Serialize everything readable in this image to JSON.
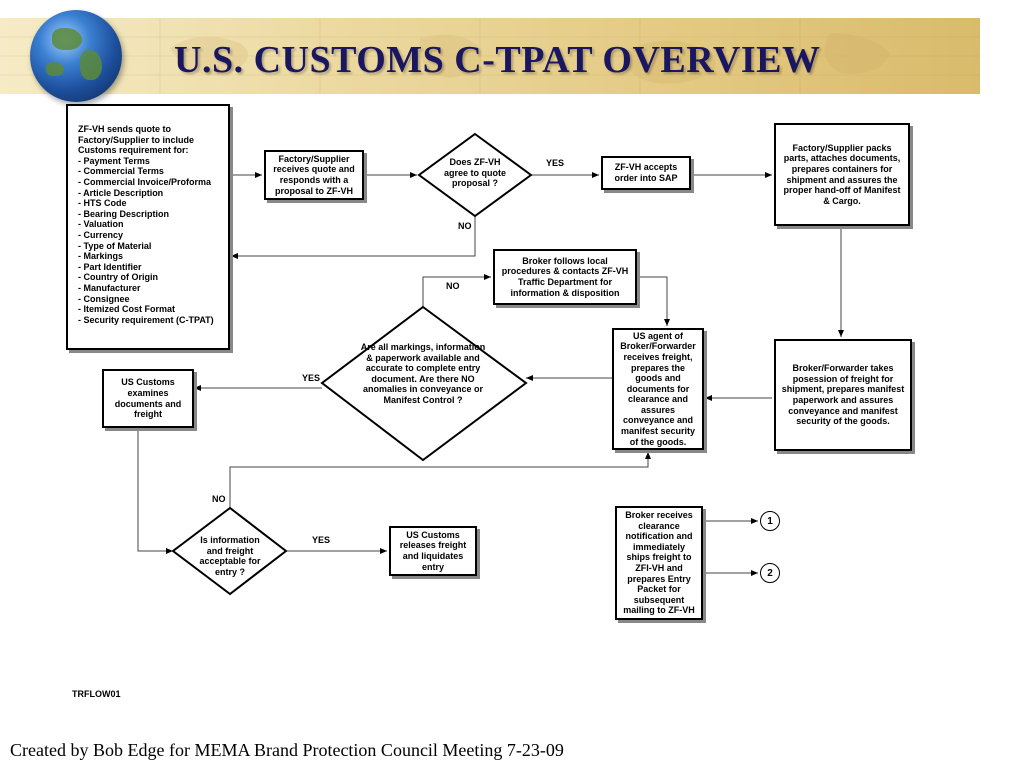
{
  "title": "U.S. CUSTOMS C-TPAT OVERVIEW",
  "footer": "Created by Bob Edge for MEMA Brand Protection Council Meeting 7-23-09",
  "doc_code": "TRFLOW01",
  "requirements": {
    "intro": "ZF-VH sends quote to Factory/Supplier to include Customs requirement for:",
    "items": [
      "- Payment Terms",
      "- Commercial Terms",
      "- Commercial Invoice/Proforma",
      "- Article Description",
      "- HTS Code",
      "- Bearing Description",
      "- Valuation",
      "- Currency",
      "- Type of Material",
      "- Markings",
      "- Part Identifier",
      "- Country of Origin",
      "- Manufacturer",
      "- Consignee",
      "- Itemized Cost Format",
      "- Security requirement (C-TPAT)"
    ]
  },
  "nodes": {
    "supplier_quote": "Factory/Supplier receives quote and responds with a proposal to ZF-VH",
    "agree_quote": "Does ZF-VH agree to quote proposal ?",
    "accept_order": "ZF-VH accepts order into SAP",
    "supplier_packs": "Factory/Supplier packs parts, attaches documents, prepares containers for shipment and assures the proper hand-off of Manifest & Cargo.",
    "broker_local": "Broker follows local procedures & contacts ZF-VH Traffic Department for information & disposition",
    "us_agent": "US agent of Broker/Forwarder receives freight, prepares the goods and documents for clearance and assures conveyance and manifest security of the goods.",
    "broker_possession": "Broker/Forwarder takes posession of freight for shipment, prepares manifest paperwork and assures conveyance and manifest security of the goods.",
    "markings_check": "Are all markings, information & paperwork available and accurate to complete entry document. Are there NO anomalies in conveyance or Manifest Control ?",
    "customs_examines": "US Customs examines documents and freight",
    "info_acceptable": "Is information and freight acceptable for entry ?",
    "customs_releases": "US Customs releases freight and liquidates entry",
    "broker_receives": "Broker receives clearance notification and immediately ships freight to ZFI-VH and prepares Entry Packet for subsequent mailing to ZF-VH"
  },
  "labels": {
    "yes_agree": "YES",
    "no_agree": "NO",
    "no_markings": "NO",
    "yes_markings": "YES",
    "no_info": "NO",
    "yes_info": "YES"
  },
  "connectors": [
    "1",
    "2"
  ]
}
